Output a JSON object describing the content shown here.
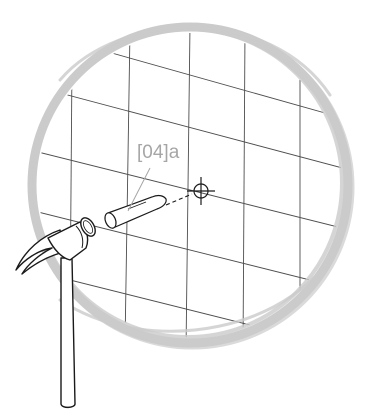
{
  "diagram": {
    "callout_label": "[04]a",
    "colors": {
      "background": "#ffffff",
      "ring": "#cbcbcb",
      "grid": "#4d4d4d",
      "line": "#1a1a1a",
      "callout": "#a6a6a6"
    },
    "icons": [
      "magnifier-ring",
      "wall-grid",
      "wall-plug-anchor",
      "target-mark",
      "hammer"
    ]
  }
}
